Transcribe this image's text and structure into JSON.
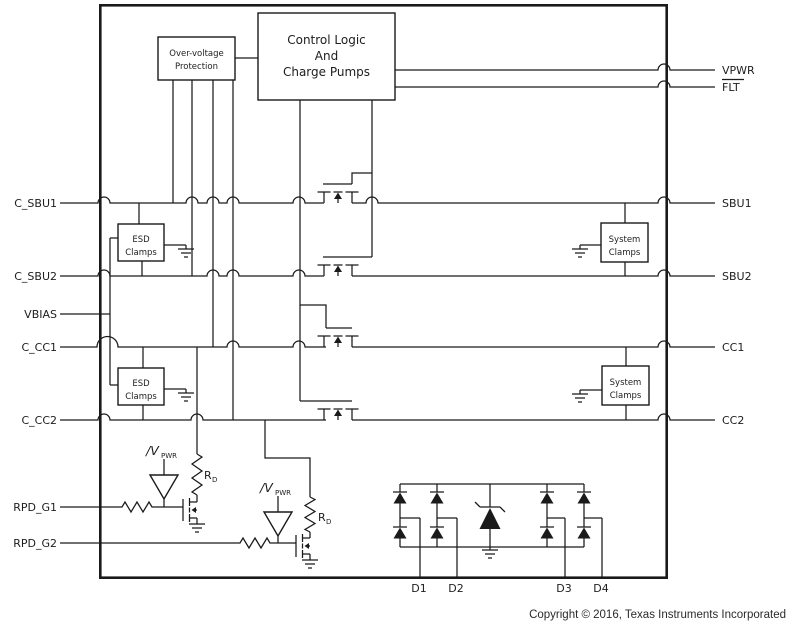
{
  "pins": {
    "left": [
      {
        "label": "C_SBU1"
      },
      {
        "label": "C_SBU2"
      },
      {
        "label": "VBIAS"
      },
      {
        "label": "C_CC1"
      },
      {
        "label": "C_CC2"
      },
      {
        "label": "RPD_G1"
      },
      {
        "label": "RPD_G2"
      }
    ],
    "right": [
      {
        "label": "VPWR"
      },
      {
        "label": "FLT",
        "overline": true
      },
      {
        "label": "SBU1"
      },
      {
        "label": "SBU2"
      },
      {
        "label": "CC1"
      },
      {
        "label": "CC2"
      }
    ],
    "bottom": [
      {
        "label": "D1"
      },
      {
        "label": "D2"
      },
      {
        "label": "D3"
      },
      {
        "label": "D4"
      }
    ]
  },
  "blocks": {
    "control_logic": {
      "lines": [
        "Control Logic",
        "And",
        "Charge Pumps"
      ]
    },
    "overvoltage": {
      "lines": [
        "Over-voltage",
        "Protection"
      ]
    },
    "esd_clamps_top": {
      "lines": [
        "ESD",
        "Clamps"
      ]
    },
    "esd_clamps_bottom": {
      "lines": [
        "ESD",
        "Clamps"
      ]
    },
    "system_clamps_top": {
      "lines": [
        "System",
        "Clamps"
      ]
    },
    "system_clamps_bottom": {
      "lines": [
        "System",
        "Clamps"
      ]
    }
  },
  "components": {
    "pulldown_resistor_1": {
      "text": "R",
      "sub": "D"
    },
    "pulldown_resistor_2": {
      "text": "R",
      "sub": "D"
    },
    "inverter_1": {
      "text": "/V",
      "sub": "PWR"
    },
    "inverter_2": {
      "text": "/V",
      "sub": "PWR"
    }
  },
  "footer": {
    "copyright": "Copyright © 2016, Texas Instruments Incorporated"
  },
  "colors": {
    "wire": "#1a1a1a",
    "text": "#1d1d1d",
    "background": "#ffffff"
  }
}
